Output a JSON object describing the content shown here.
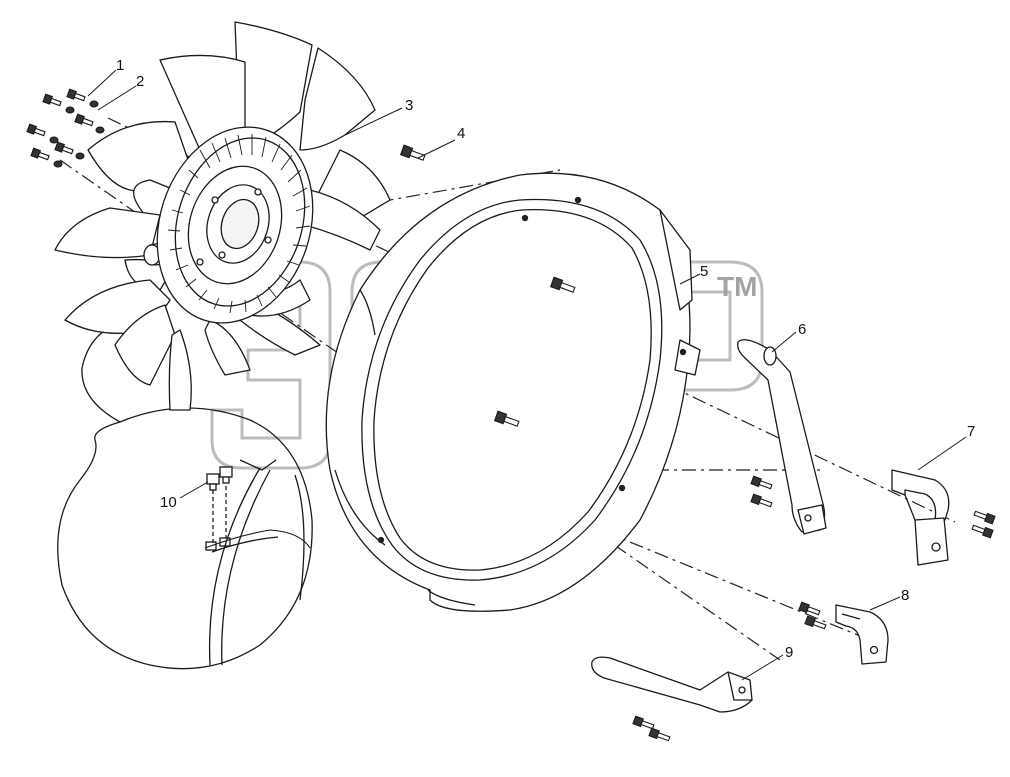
{
  "watermark": {
    "text": "ЭПСР",
    "tm": "TM"
  },
  "callouts": [
    {
      "id": "1",
      "label": "1"
    },
    {
      "id": "2",
      "label": "2"
    },
    {
      "id": "3",
      "label": "3"
    },
    {
      "id": "4",
      "label": "4"
    },
    {
      "id": "5",
      "label": "5"
    },
    {
      "id": "6",
      "label": "6"
    },
    {
      "id": "7",
      "label": "7"
    },
    {
      "id": "8",
      "label": "8"
    },
    {
      "id": "9",
      "label": "9"
    },
    {
      "id": "10",
      "label": "10"
    }
  ],
  "colors": {
    "line": "#1a1a1a",
    "fill": "#ffffff",
    "watermark_stroke": "#b8b8b8"
  }
}
